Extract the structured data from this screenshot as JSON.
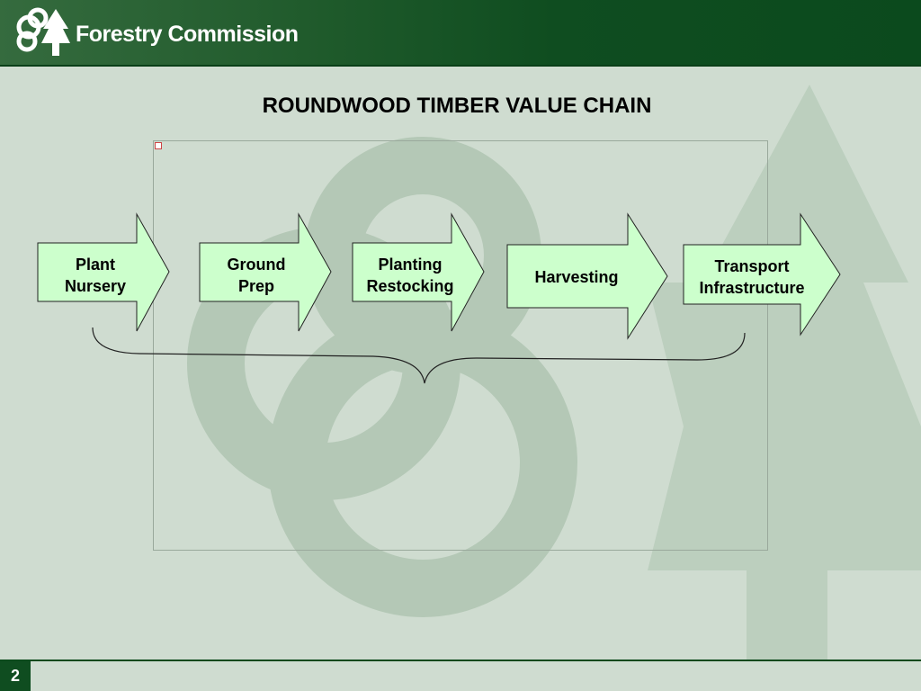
{
  "header": {
    "brand_name": "Forestry Commission",
    "logo_icon": "tree-and-trefoil-logo"
  },
  "slide": {
    "title": "ROUNDWOOD TIMBER VALUE CHAIN",
    "page_number": "2"
  },
  "chain": {
    "steps": [
      {
        "label": "Plant\nNursery"
      },
      {
        "label": "Ground\nPrep"
      },
      {
        "label": "Planting\nRestocking"
      },
      {
        "label": "Harvesting"
      },
      {
        "label": "Transport\nInfrastructure"
      }
    ]
  },
  "colors": {
    "header_green": "#0f4d20",
    "background": "#cfdcd0",
    "arrow_fill": "#ccffcc",
    "watermark": "#b4c8b6"
  }
}
